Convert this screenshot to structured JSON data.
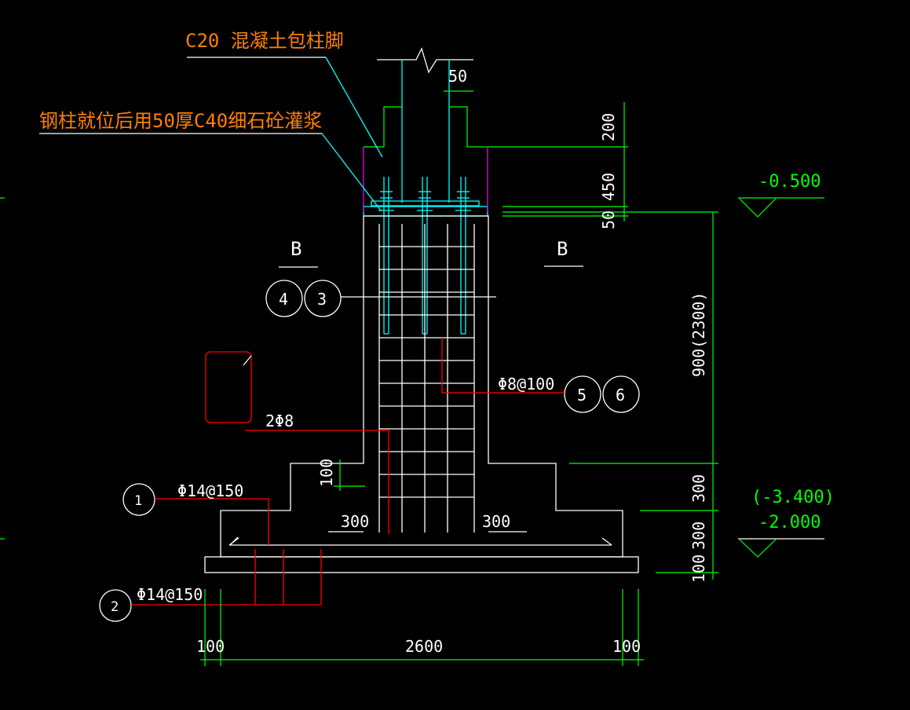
{
  "notes": {
    "encase": "C20 混凝土包柱脚",
    "grout": "钢柱就位后用50厚C40细石砼灌浆"
  },
  "section": {
    "left": "B",
    "right": "B"
  },
  "callouts": {
    "c4": "4",
    "c3": "3",
    "c5": "5",
    "c6": "6",
    "c1": "1",
    "c2": "2"
  },
  "rebar": {
    "stirrup_corner": "2Φ8",
    "stirrup": "Φ8@100",
    "bottom_1": "Φ14@150",
    "bottom_2": "Φ14@150"
  },
  "dims": {
    "plate_edge": "50",
    "d200": "200",
    "d450": "450",
    "d50": "50",
    "d900": "900(2300)",
    "d300a": "300",
    "d300b": "300",
    "d100r": "100",
    "d100step": "100",
    "step_left": "300",
    "step_right": "300",
    "bottom_left": "100",
    "bottom_mid": "2600",
    "bottom_right": "100"
  },
  "elevations": {
    "top": "-0.500",
    "alt": "(-3.400)",
    "bottom": "-2.000"
  },
  "colors": {
    "dim": "#00ff00",
    "steel": "#00ffff",
    "rebar": "#ff0000",
    "note": "#ff8000",
    "outline": "#ffffff"
  }
}
